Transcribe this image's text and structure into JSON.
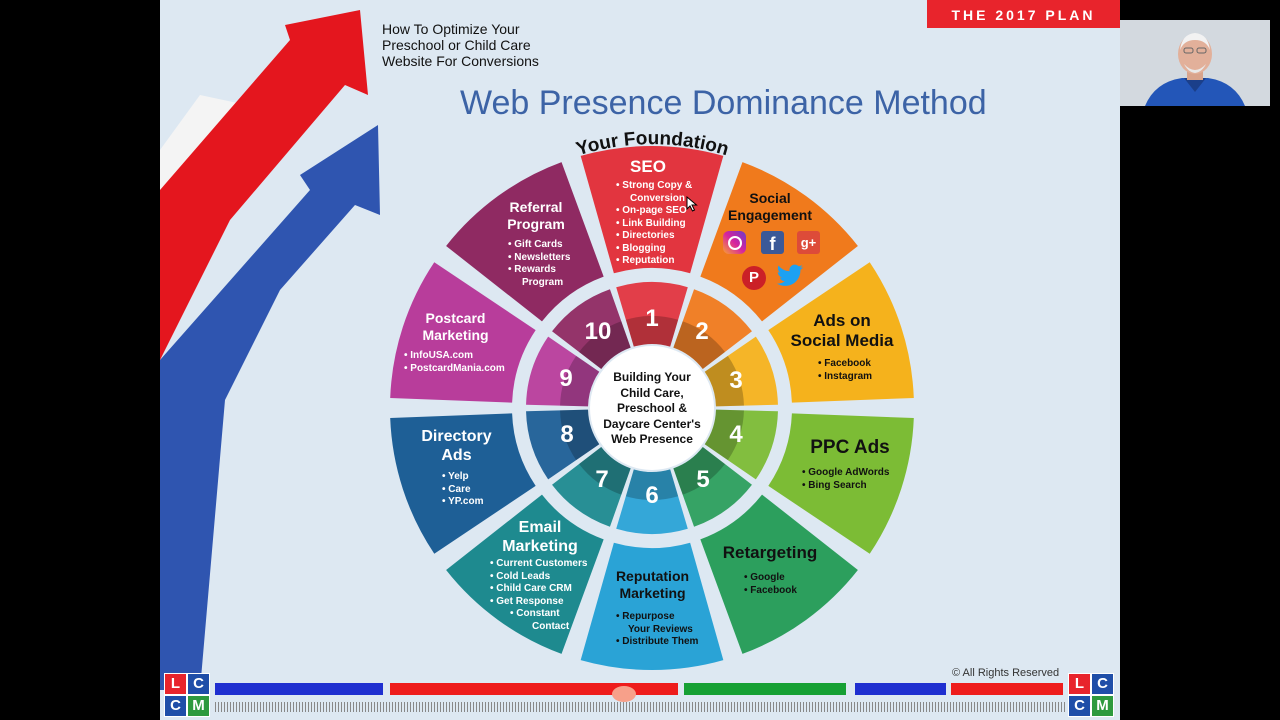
{
  "header": {
    "subtitle_lines": [
      "How To Optimize Your",
      "Preschool or Child Care",
      "Website For Conversions"
    ],
    "plan_badge": "THE 2017 PLAN",
    "title": "Web Presence Dominance Method"
  },
  "wheel": {
    "foundation_label": "Your Foundation",
    "center": [
      "Building Your",
      "Child Care,",
      "Preschool &",
      "Daycare Center's",
      "Web Presence"
    ],
    "segments": [
      {
        "num": "1",
        "title": [
          "SEO"
        ],
        "items": [
          "• Strong Copy &",
          "Conversion",
          "• On-page SEO",
          "• Link Building",
          "• Directories",
          "• Blogging",
          "• Reputation"
        ],
        "color": "#e2353f"
      },
      {
        "num": "2",
        "title": [
          "Social",
          "Engagement"
        ],
        "items": [],
        "color": "#f07a1c"
      },
      {
        "num": "3",
        "title": [
          "Ads on",
          "Social Media"
        ],
        "items": [
          "• Facebook",
          "• Instagram"
        ],
        "color": "#f5b21c"
      },
      {
        "num": "4",
        "title": [
          "PPC Ads"
        ],
        "items": [
          "• Google AdWords",
          "• Bing Search"
        ],
        "color": "#7cbc35"
      },
      {
        "num": "5",
        "title": [
          "Retargeting"
        ],
        "items": [
          "• Google",
          "• Facebook"
        ],
        "color": "#2c9f5d"
      },
      {
        "num": "6",
        "title": [
          "Reputation",
          "Marketing"
        ],
        "items": [
          "• Repurpose",
          "Your Reviews",
          "• Distribute Them"
        ],
        "color": "#2aa3d6"
      },
      {
        "num": "7",
        "title": [
          "Email",
          "Marketing"
        ],
        "items": [
          "• Current Customers",
          "• Cold Leads",
          "• Child Care CRM",
          "• Get Response",
          "• Constant",
          "Contact"
        ],
        "color": "#1e8a8f"
      },
      {
        "num": "8",
        "title": [
          "Directory",
          "Ads"
        ],
        "items": [
          "• Yelp",
          "• Care",
          "• YP.com"
        ],
        "color": "#1e5f96"
      },
      {
        "num": "9",
        "title": [
          "Postcard",
          "Marketing"
        ],
        "items": [
          "• InfoUSA.com",
          "• PostcardMania.com"
        ],
        "color": "#b83d9b"
      },
      {
        "num": "10",
        "title": [
          "Referral",
          "Program"
        ],
        "items": [
          "• Gift Cards",
          "• Newsletters",
          "• Rewards",
          "Program"
        ],
        "color": "#8f2a62"
      }
    ],
    "social_icons": [
      "instagram-icon",
      "facebook-icon",
      "google-plus-icon",
      "pinterest-icon",
      "twitter-icon"
    ],
    "social_glyphs": {
      "facebook": "f",
      "google_plus": "g+",
      "pinterest": "P"
    }
  },
  "footer": {
    "copyright": "© All Rights Reserved",
    "logo_letters": [
      "L",
      "C",
      "C",
      "M"
    ],
    "logo_colors": [
      "#e8242c",
      "#1f4ea8",
      "#1f4ea8",
      "#2e9a3e"
    ],
    "progress_colors": [
      "#1f2fd0",
      "#ee1c1c",
      "#16a034",
      "#1f2fd0",
      "#ee1c1c"
    ]
  }
}
